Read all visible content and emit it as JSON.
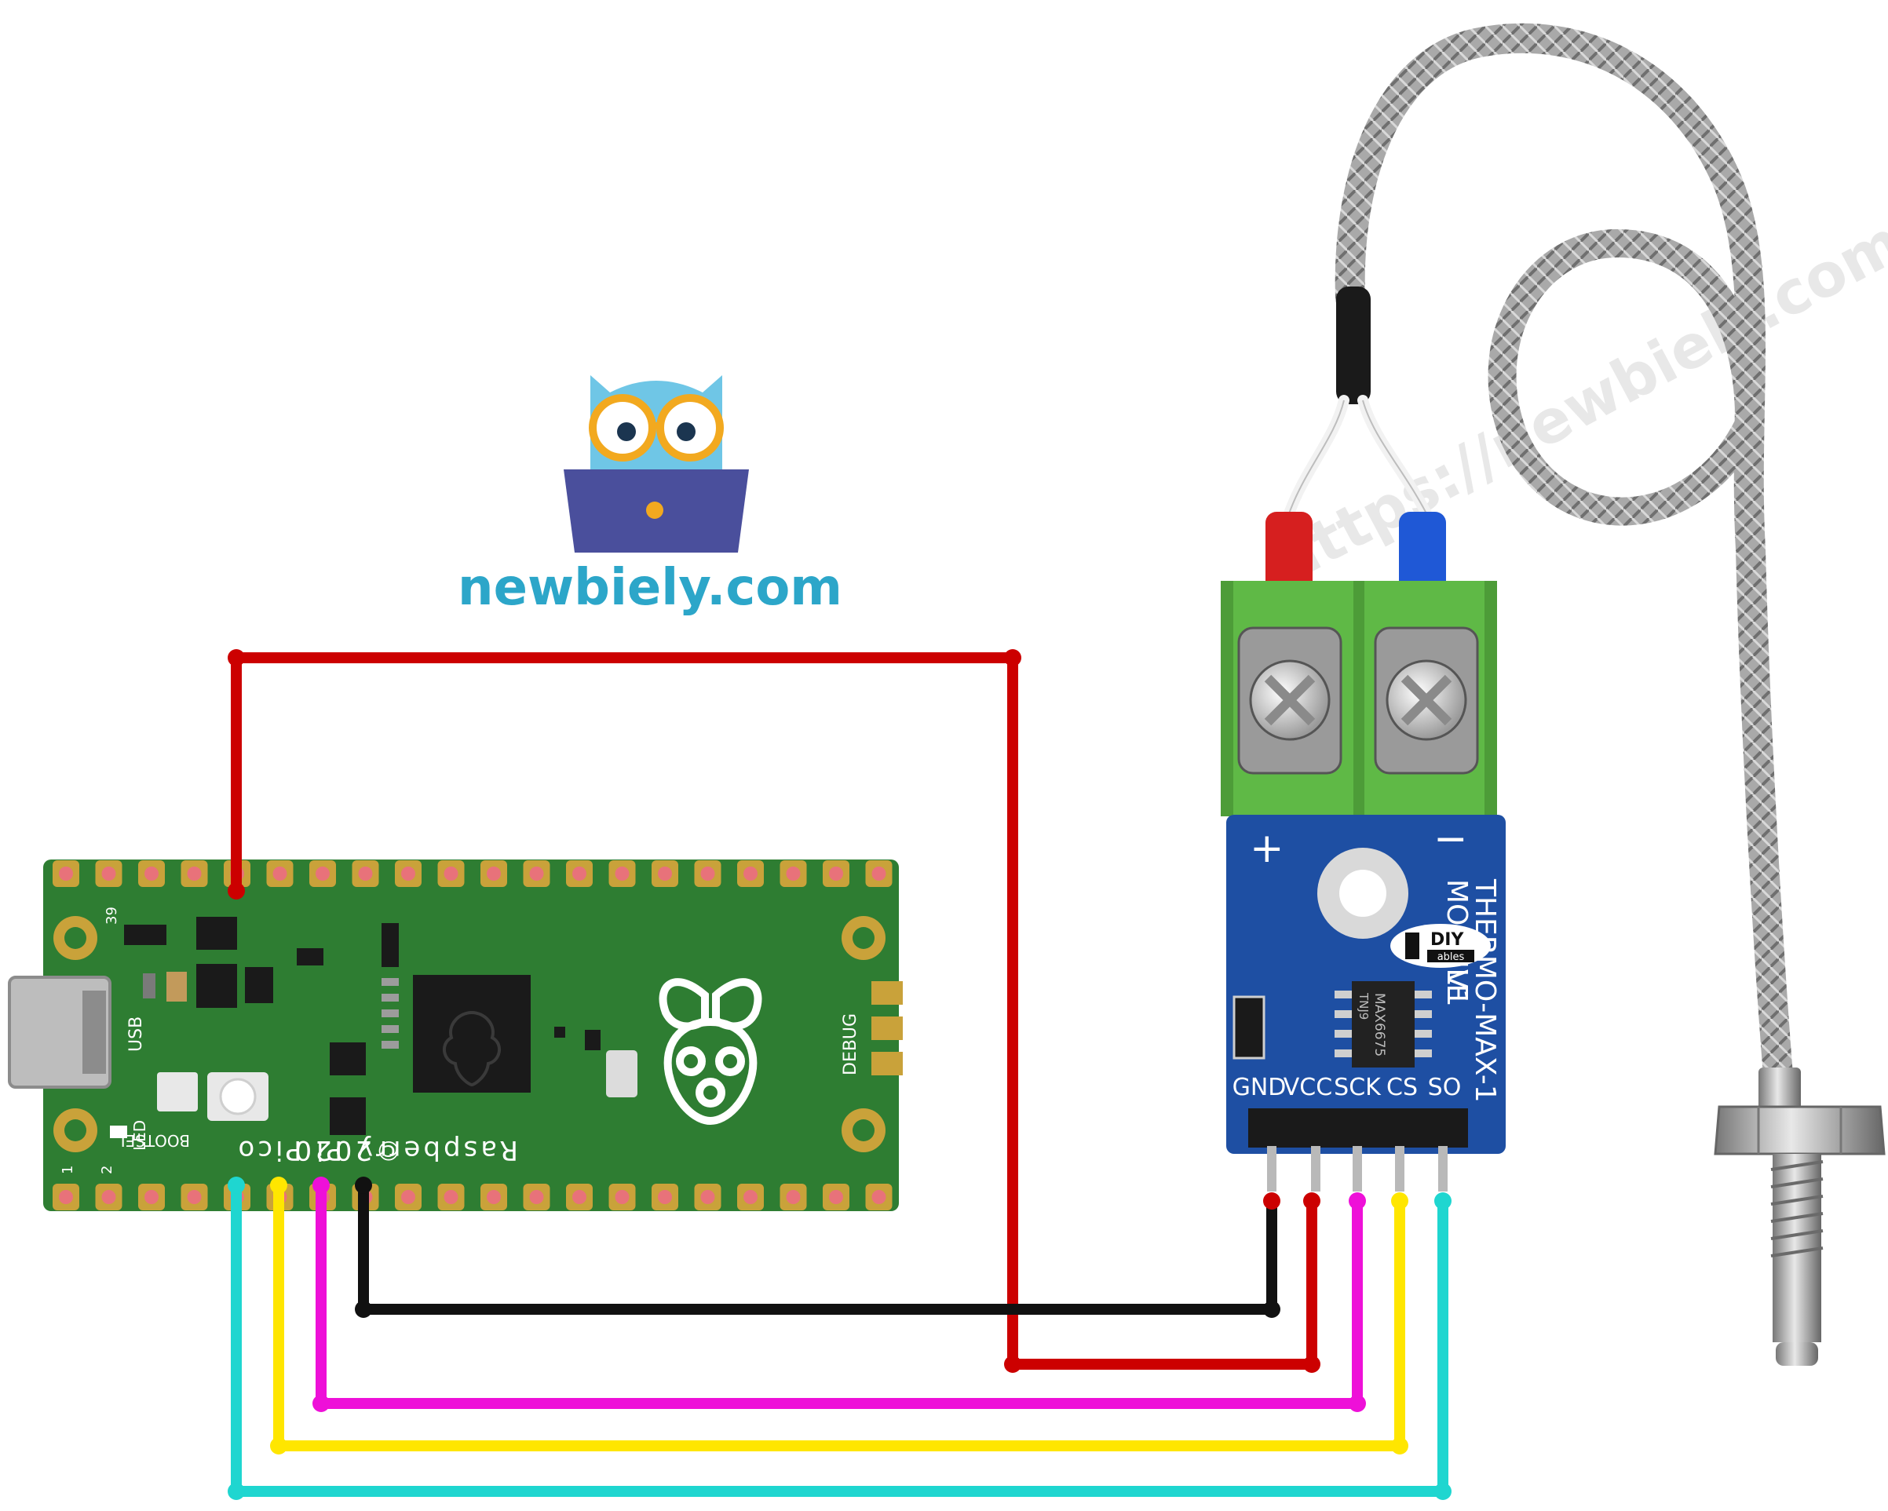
{
  "brand": {
    "name": "newbiely.com",
    "watermark": "https://newbiely.com",
    "color": "#2ca6c9"
  },
  "pico": {
    "name": "Raspberry Pi Pico",
    "copyright": "©2020",
    "labels": {
      "usb": "USB",
      "led": "LED",
      "bootsel": "BOOTSEL",
      "debug": "DEBUG",
      "pin1": "1",
      "pin2": "2",
      "pin39": "39"
    },
    "pcb_color": "#2e7d32",
    "board_color": "#1f6e2b"
  },
  "module": {
    "title": "THERMO-MAX-1",
    "subtitle": "MODULE",
    "version": "V1",
    "chip_text": "MAX6675",
    "chip_sub": "TNJ9",
    "plus": "+",
    "minus": "−",
    "logo": {
      "top": "DIY",
      "bottom": "ables"
    },
    "pins": [
      "GND",
      "VCC",
      "SCK",
      "CS",
      "SO"
    ],
    "pcb_color": "#1e4fa3",
    "terminal_color": "#5fb946"
  },
  "wires": [
    {
      "name": "gnd",
      "color": "#111111"
    },
    {
      "name": "vcc",
      "color": "#cc0000"
    },
    {
      "name": "sck",
      "color": "#ee10d8"
    },
    {
      "name": "cs",
      "color": "#ffe600"
    },
    {
      "name": "so",
      "color": "#1fd6d0"
    }
  ]
}
